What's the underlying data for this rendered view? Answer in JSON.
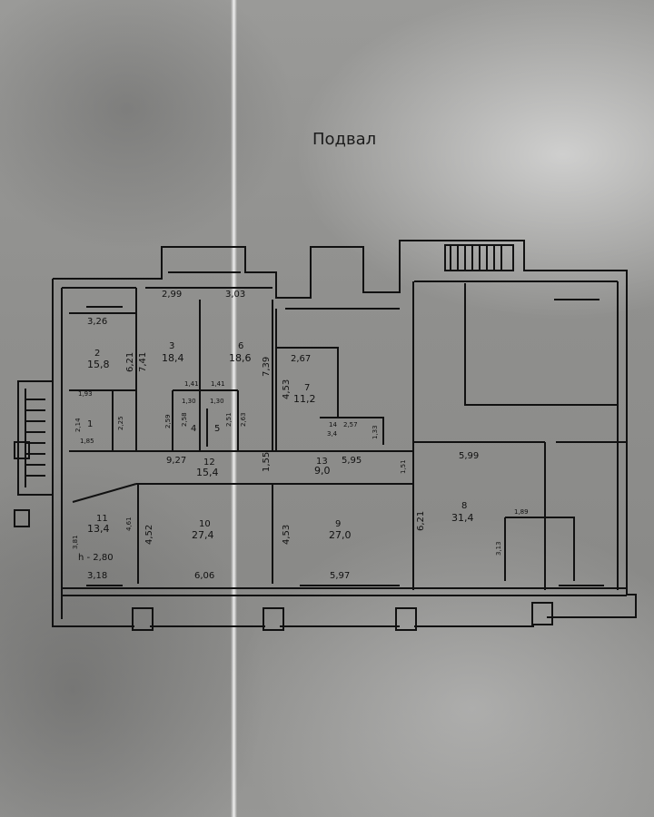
{
  "title": "Подвал",
  "rooms": [
    {
      "number": "1",
      "area": ""
    },
    {
      "number": "2",
      "area": "15,8"
    },
    {
      "number": "3",
      "area": "18,4"
    },
    {
      "number": "4",
      "area": ""
    },
    {
      "number": "5",
      "area": ""
    },
    {
      "number": "6",
      "area": "18,6"
    },
    {
      "number": "7",
      "area": "11,2"
    },
    {
      "number": "8",
      "area": "31,4"
    },
    {
      "number": "9",
      "area": "27,0"
    },
    {
      "number": "10",
      "area": "27,4"
    },
    {
      "number": "11",
      "area": "13,4"
    },
    {
      "number": "12",
      "area": "15,4"
    },
    {
      "number": "13",
      "area": "9,0"
    },
    {
      "number": "14",
      "area": "3,4"
    }
  ],
  "height_note": "h - 2,80",
  "dimensions": {
    "d_2_99": "2,99",
    "d_3_03": "3,03",
    "d_3_26": "3,26",
    "d_6_21a": "6,21",
    "d_7_41": "7,41",
    "d_7_39": "7,39",
    "d_4_53a": "4,53",
    "d_2_67": "2,67",
    "d_1_93": "1,93",
    "d_1_41a": "1,41",
    "d_1_41b": "1,41",
    "d_1_30a": "1,30",
    "d_1_30b": "1,30",
    "d_2_14": "2,14",
    "d_2_25": "2,25",
    "d_1_85": "1,85",
    "d_2_59": "2,59",
    "d_2_58": "2,58",
    "d_2_51": "2,51",
    "d_2_63": "2,63",
    "d_2_57": "2,57",
    "d_1_33": "1,33",
    "d_9_27": "9,27",
    "d_1_55": "1,55",
    "d_5_95": "5,95",
    "d_5_99": "5,99",
    "d_1_51": "1,51",
    "d_6_21b": "6,21",
    "d_1_89": "1,89",
    "d_3_13": "3,13",
    "d_4_52": "4,52",
    "d_4_53b": "4,53",
    "d_3_81": "3,81",
    "d_4_61": "4,61",
    "d_3_18": "3,18",
    "d_6_06": "6,06",
    "d_5_97": "5,97"
  }
}
